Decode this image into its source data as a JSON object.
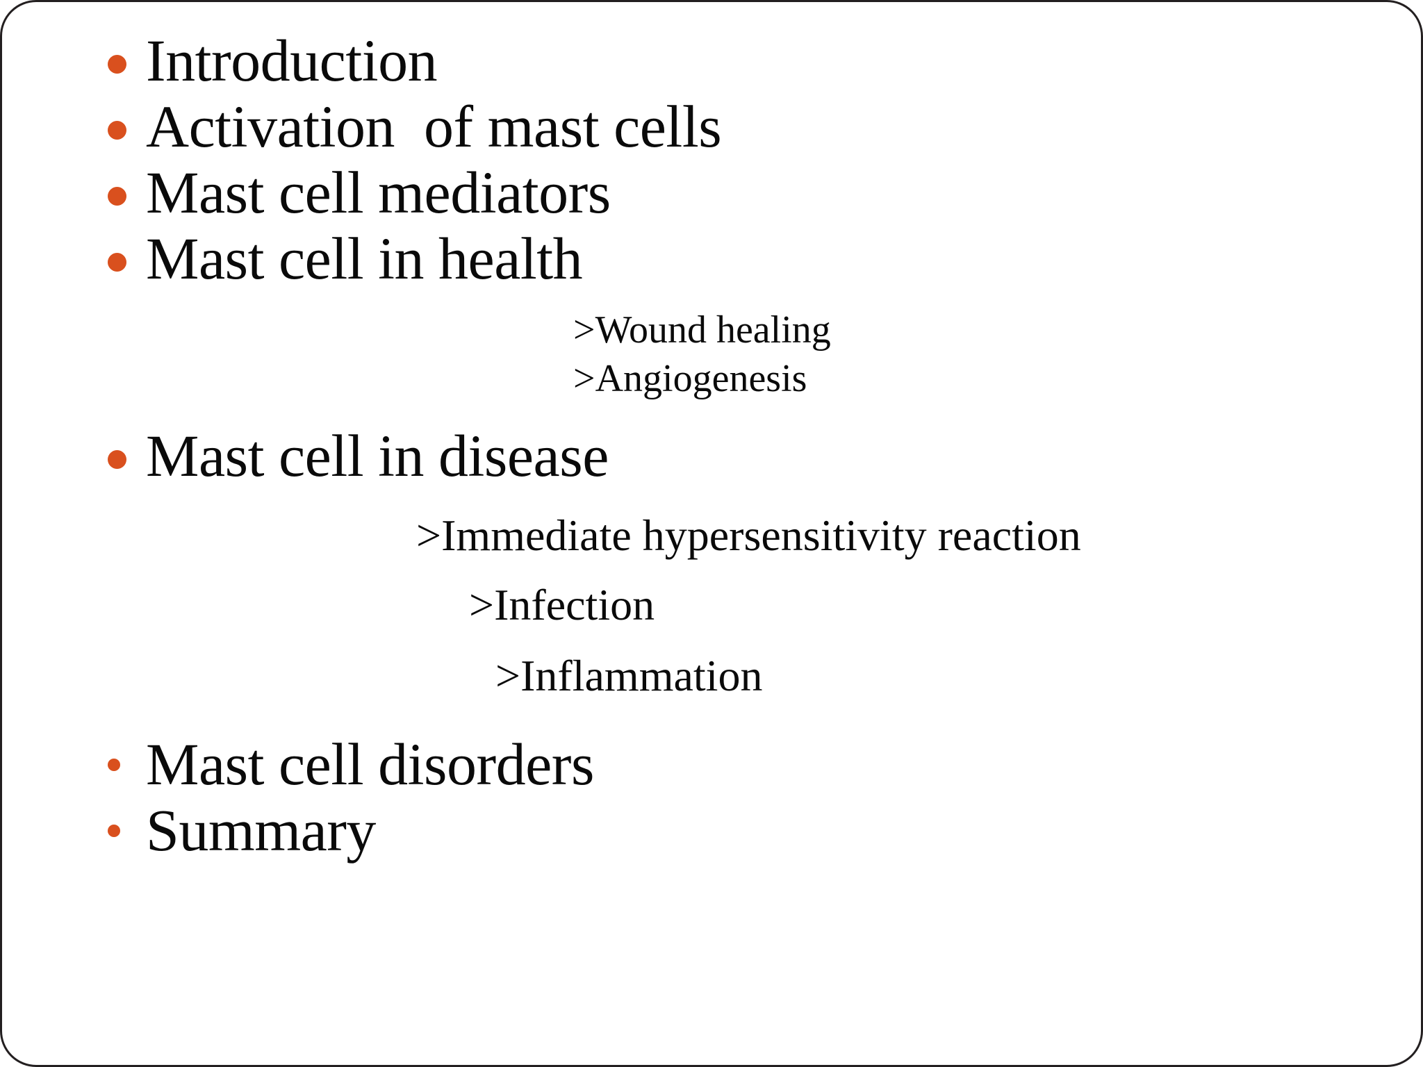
{
  "slide": {
    "background_color": "#ffffff",
    "border_color": "#231f20",
    "bullet_color": "#d9501e",
    "text_color": "#0a0a0a",
    "items": [
      {
        "id": "introduction",
        "label": "Introduction",
        "bullet": "big"
      },
      {
        "id": "activation",
        "label": "Activation  of mast cells",
        "bullet": "big"
      },
      {
        "id": "mediators",
        "label": "Mast cell mediators",
        "bullet": "big"
      },
      {
        "id": "health",
        "label": "Mast cell in health",
        "bullet": "big"
      },
      {
        "id": "disease",
        "label": "Mast cell in disease",
        "bullet": "big"
      },
      {
        "id": "disorders",
        "label": "Mast cell disorders",
        "bullet": "small"
      },
      {
        "id": "summary",
        "label": "Summary",
        "bullet": "small"
      }
    ],
    "health_subitems": [
      {
        "id": "wound-healing",
        "label": ">Wound healing"
      },
      {
        "id": "angiogenesis",
        "label": ">Angiogenesis"
      }
    ],
    "disease_subitems": [
      {
        "id": "immediate-hypersensitivity-reaction",
        "label": ">Immediate hypersensitivity reaction"
      },
      {
        "id": "infection",
        "label": ">Infection"
      },
      {
        "id": "inflammation",
        "label": ">Inflammation"
      }
    ]
  }
}
